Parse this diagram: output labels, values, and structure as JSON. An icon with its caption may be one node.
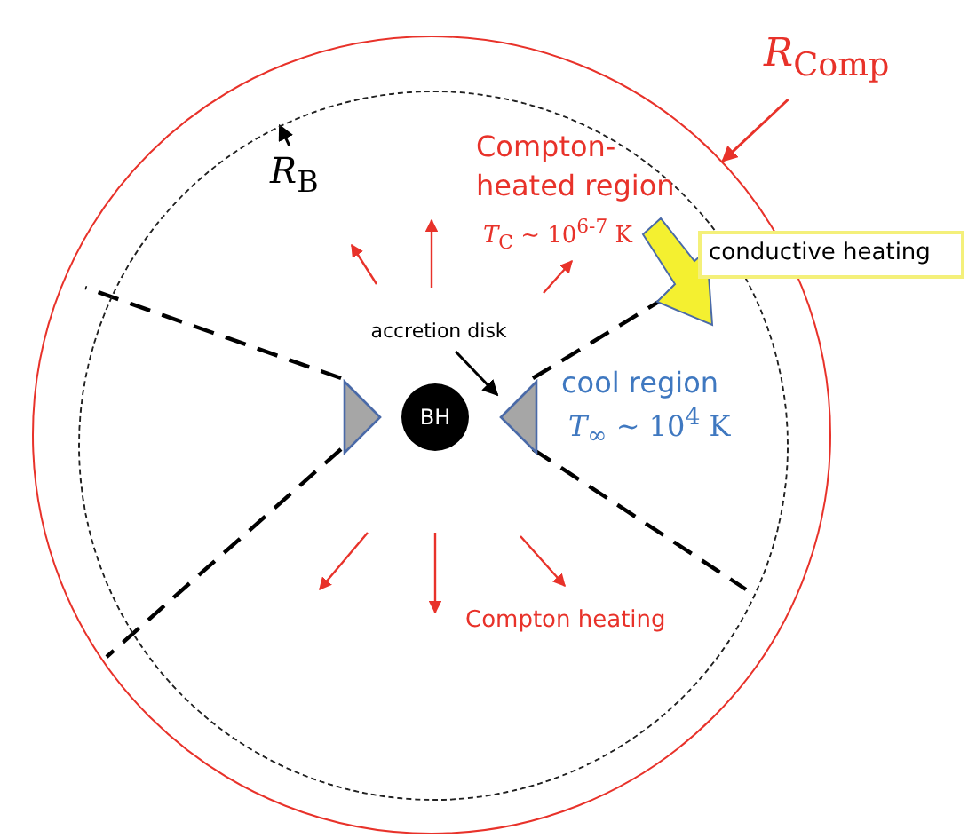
{
  "diagram": {
    "nodes": [
      {
        "text": [],
        "shape": "circle"
      },
      {
        "text": [
          "*R*$_{Comp}$"
        ]
      },
      {
        "text": [],
        "shape": "circle",
        "in": 0
      },
      {
        "text": [
          "*R*$_{B}$"
        ],
        "in": 2
      },
      {
        "text": [
          "BH"
        ],
        "in": 2
      },
      {
        "text": [
          "accretion disk"
        ],
        "in": 2
      },
      {
        "text": [],
        "shape": "triangle",
        "in": 2
      },
      {
        "text": [],
        "shape": "triangle",
        "in": 2
      },
      {
        "text": [
          "conductive heating"
        ]
      }
    ],
    "edges": [
      {
        "from": 1,
        "to": 0,
        "arrow": "to",
        "color": "#e8322a"
      },
      {
        "from": 3,
        "to": 2,
        "arrow": "to"
      },
      {
        "from": 5,
        "to": 7,
        "arrow": "to"
      }
    ],
    "labels": [
      "Compton-heated region",
      "*T*$_{C}$ ~ 10$^{6-7}$ K",
      "cool region",
      "*T*$_{∞}$ ~ 10$^{4}$ K",
      "Compton heating"
    ]
  }
}
